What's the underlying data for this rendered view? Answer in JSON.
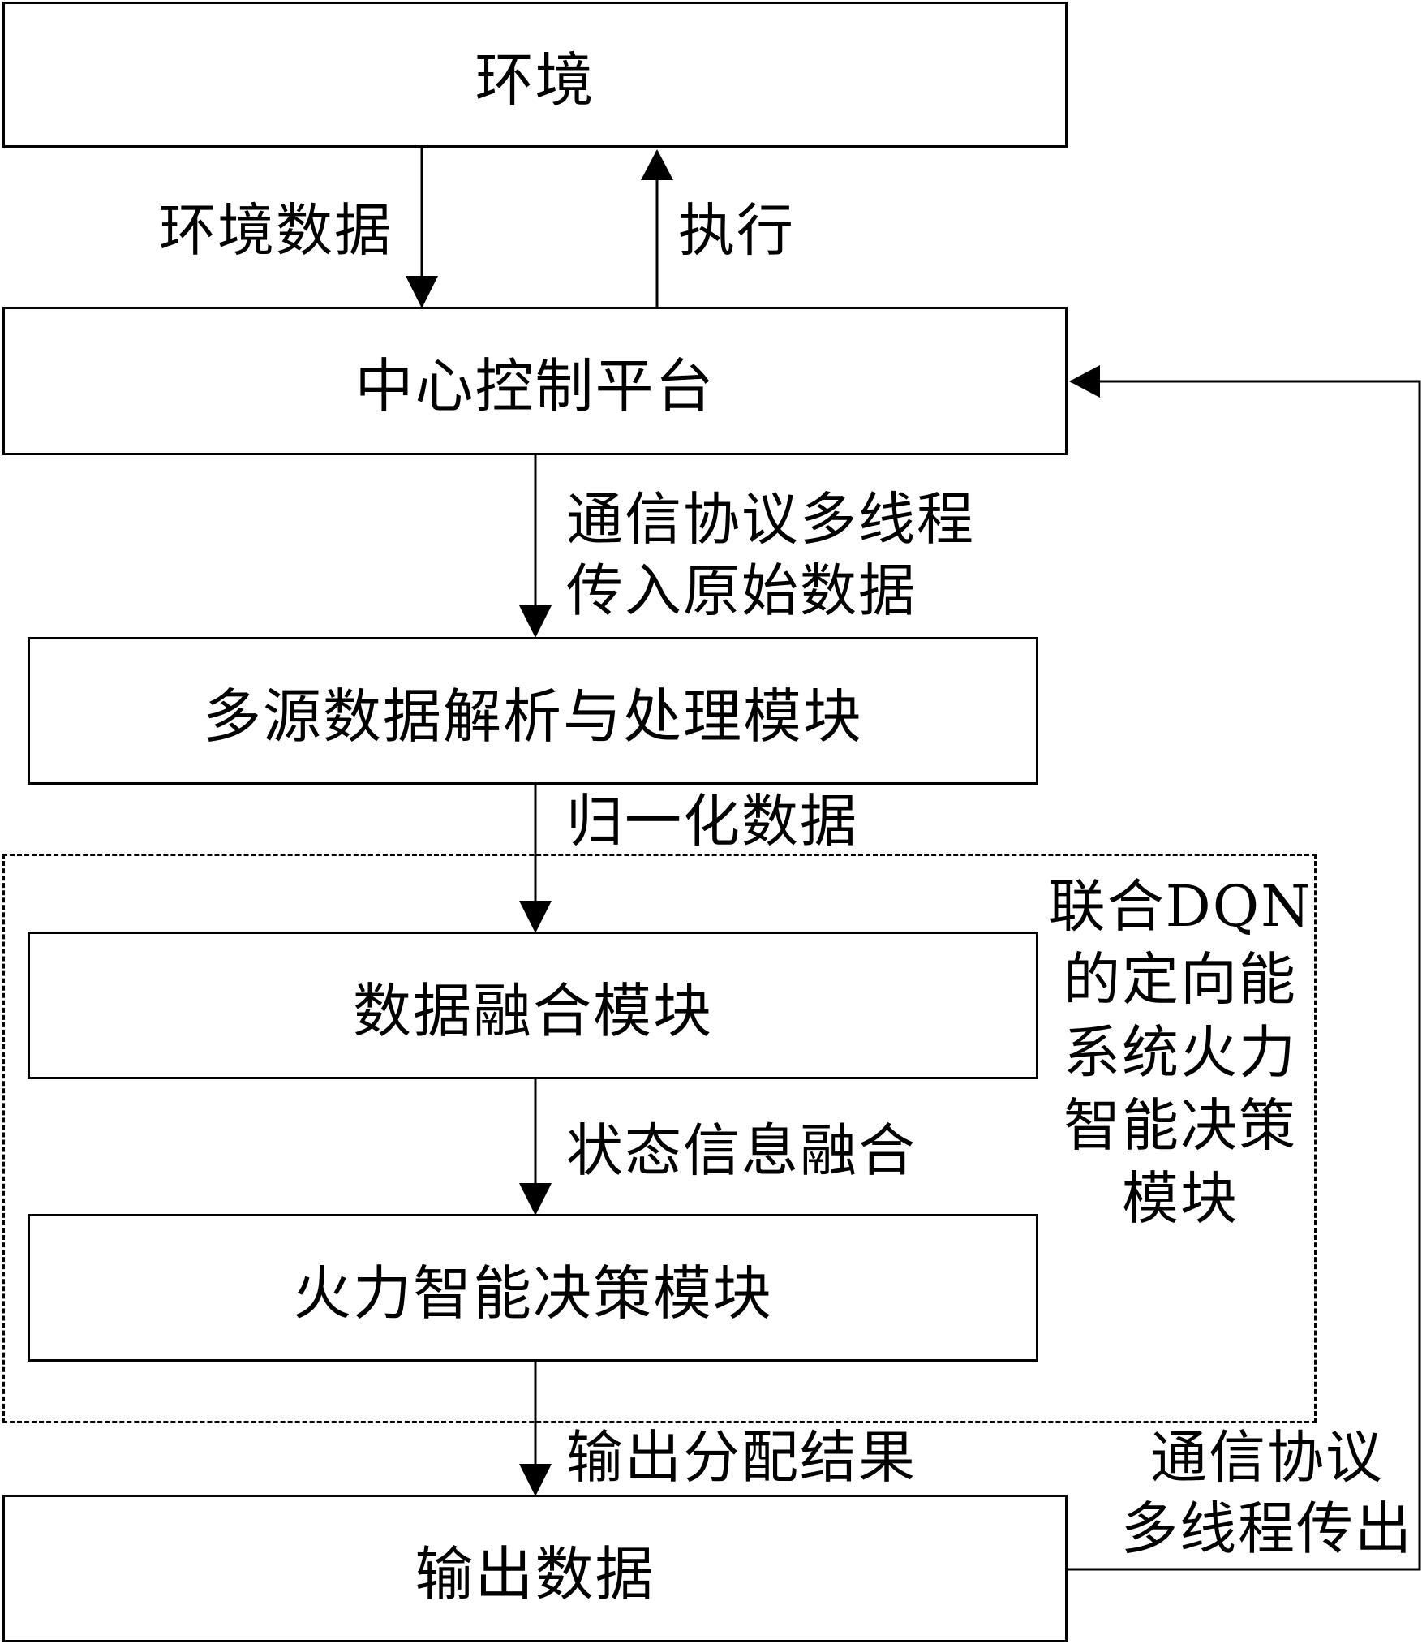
{
  "diagram": {
    "nodes": {
      "environment": "环境",
      "control_platform": "中心控制平台",
      "multisource_module": "多源数据解析与处理模块",
      "fusion_module": "数据融合模块",
      "decision_module": "火力智能决策模块",
      "output_data": "输出数据"
    },
    "group_label": [
      "联合DQN",
      "的定向能",
      "系统火力",
      "智能决策",
      "模块"
    ],
    "edges": {
      "env_data": "环境数据",
      "execute": "执行",
      "raw_data": [
        "通信协议多线程",
        "传入原始数据"
      ],
      "normalized": "归一化数据",
      "state_fusion": "状态信息融合",
      "output_result": "输出分配结果",
      "feedback": [
        "通信协议",
        "多线程传出"
      ]
    }
  }
}
